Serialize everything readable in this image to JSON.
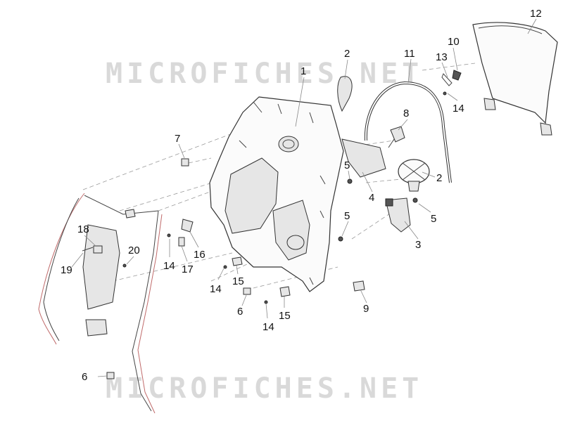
{
  "watermark": {
    "text": "MICROFICHES.NET",
    "color": "#d9d9d9"
  },
  "callouts": [
    {
      "id": "c1",
      "label": "1"
    },
    {
      "id": "c2a",
      "label": "2"
    },
    {
      "id": "c2b",
      "label": "2"
    },
    {
      "id": "c3",
      "label": "3"
    },
    {
      "id": "c4",
      "label": "4"
    },
    {
      "id": "c5a",
      "label": "5"
    },
    {
      "id": "c5b",
      "label": "5"
    },
    {
      "id": "c5c",
      "label": "5"
    },
    {
      "id": "c6a",
      "label": "6"
    },
    {
      "id": "c6b",
      "label": "6"
    },
    {
      "id": "c7",
      "label": "7"
    },
    {
      "id": "c8",
      "label": "8"
    },
    {
      "id": "c9",
      "label": "9"
    },
    {
      "id": "c10",
      "label": "10"
    },
    {
      "id": "c11",
      "label": "11"
    },
    {
      "id": "c12",
      "label": "12"
    },
    {
      "id": "c13",
      "label": "13"
    },
    {
      "id": "c14a",
      "label": "14"
    },
    {
      "id": "c14b",
      "label": "14"
    },
    {
      "id": "c14c",
      "label": "14"
    },
    {
      "id": "c14d",
      "label": "14"
    },
    {
      "id": "c15a",
      "label": "15"
    },
    {
      "id": "c15b",
      "label": "15"
    },
    {
      "id": "c16",
      "label": "16"
    },
    {
      "id": "c17",
      "label": "17"
    },
    {
      "id": "c18",
      "label": "18"
    },
    {
      "id": "c19",
      "label": "19"
    },
    {
      "id": "c20",
      "label": "20"
    }
  ]
}
